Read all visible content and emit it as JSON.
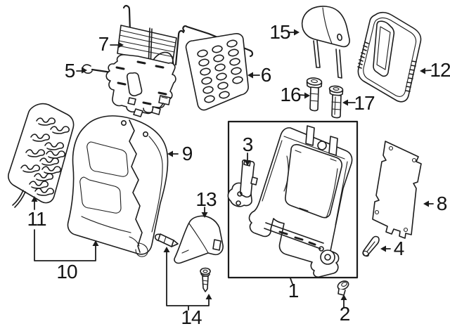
{
  "diagram": {
    "kind": "exploded parts diagram",
    "subject": "vehicle front seat back components",
    "colors": {
      "line": "#1c1c1c",
      "background": "#ffffff"
    },
    "callouts": [
      {
        "label": "1"
      },
      {
        "label": "2"
      },
      {
        "label": "3"
      },
      {
        "label": "4"
      },
      {
        "label": "5"
      },
      {
        "label": "6"
      },
      {
        "label": "7"
      },
      {
        "label": "8"
      },
      {
        "label": "9"
      },
      {
        "label": "10"
      },
      {
        "label": "11"
      },
      {
        "label": "12"
      },
      {
        "label": "13"
      },
      {
        "label": "14"
      },
      {
        "label": "15"
      },
      {
        "label": "16"
      },
      {
        "label": "17"
      }
    ]
  }
}
